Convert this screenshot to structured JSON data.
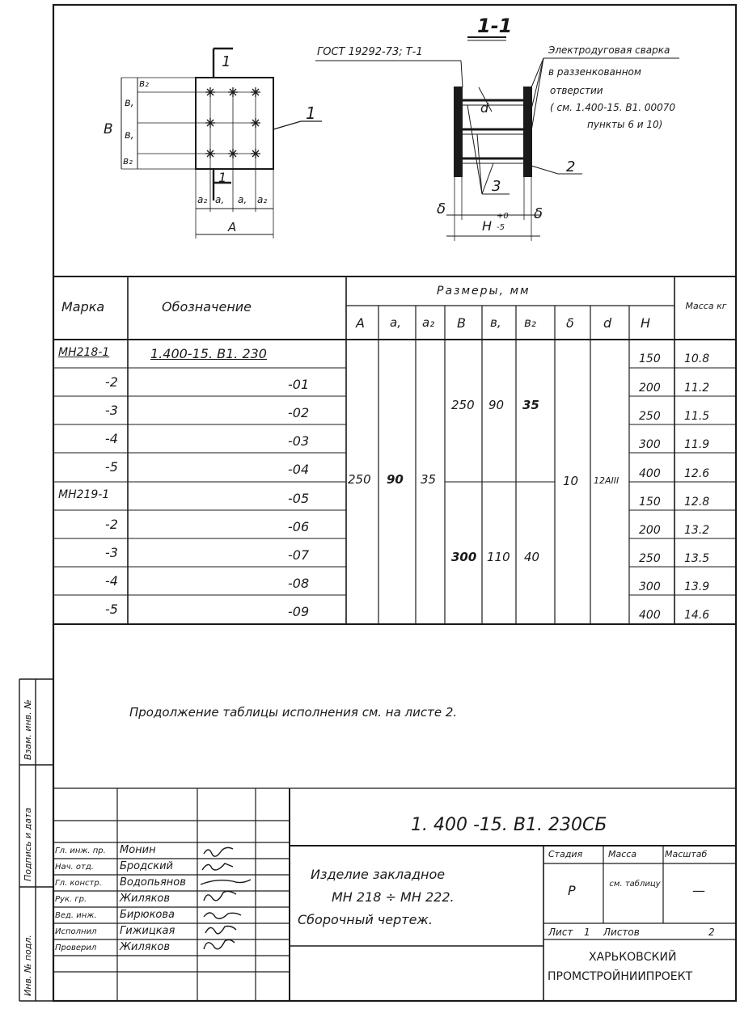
{
  "drawing": {
    "section_label": "1-1",
    "view_label": "1",
    "gost_note": "ГОСТ 19292-73; Т-1",
    "weld_note_lines": [
      "Электродуговая сварка",
      "в раззенкованном",
      "отверстии",
      "( см. 1.400-15. В1. 00070",
      "пункты 6 и 10)"
    ],
    "dims_plan": {
      "B": "B",
      "b1": "в,",
      "b2": "в₂",
      "A": "A",
      "a1": "a,",
      "a2": "a₂"
    },
    "dims_section": {
      "delta": "δ",
      "H": "H",
      "H_tol_top": "+0",
      "H_tol_bot": "-5",
      "d": "d"
    },
    "callouts": [
      "1",
      "2",
      "3"
    ]
  },
  "table": {
    "col_marka": "Марка",
    "col_oboznachenie": "Обозначение",
    "col_razmery": "Размеры, мм",
    "col_massa": "Масса кг",
    "sub_headers": [
      "A",
      "a,",
      "a₂",
      "B",
      "в,",
      "в₂",
      "δ",
      "d",
      "H"
    ],
    "rows": [
      {
        "marka": "МН218-1",
        "oboz": "1.400-15. В1. 230",
        "H": "150",
        "massa": "10.8"
      },
      {
        "marka": "-2",
        "oboz": "-01",
        "H": "200",
        "massa": "11.2"
      },
      {
        "marka": "-3",
        "oboz": "-02",
        "H": "250",
        "massa": "11.5"
      },
      {
        "marka": "-4",
        "oboz": "-03",
        "H": "300",
        "massa": "11.9"
      },
      {
        "marka": "-5",
        "oboz": "-04",
        "H": "400",
        "massa": "12.6"
      },
      {
        "marka": "МН219-1",
        "oboz": "-05",
        "H": "150",
        "massa": "12.8"
      },
      {
        "marka": "-2",
        "oboz": "-06",
        "H": "200",
        "massa": "13.2"
      },
      {
        "marka": "-3",
        "oboz": "-07",
        "H": "250",
        "massa": "13.5"
      },
      {
        "marka": "-4",
        "oboz": "-08",
        "H": "300",
        "massa": "13.9"
      },
      {
        "marka": "-5",
        "oboz": "-09",
        "H": "400",
        "massa": "14.6"
      }
    ],
    "merged": {
      "A": "250",
      "a1": "90",
      "a2": "35",
      "delta": "10",
      "d": "12AIII",
      "B_top": "250",
      "b1_top": "90",
      "b2_top": "35",
      "B_bot": "300",
      "b1_bot": "110",
      "b2_bot": "40"
    }
  },
  "continuation_note": "Продолжение таблицы исполнения см. на листе 2.",
  "title_block": {
    "doc_number": "1. 400 -15. В1. 230СБ",
    "title_lines": [
      "Изделие закладное",
      "МН 218 ÷ МН 222.",
      "Сборочный чертеж."
    ],
    "stadia_label": "Стадия",
    "massa_label": "Масса",
    "masshtab_label": "Масштаб",
    "stadia_value": "Р",
    "massa_value": "см. таблицу",
    "masshtab_value": "—",
    "list_label": "Лист",
    "list_value": "1",
    "listov_label": "Листов",
    "listov_value": "2",
    "org_lines": [
      "ХАРЬКОВСКИЙ",
      "ПРОМСТРОЙНИИПРОЕКТ"
    ],
    "signers": [
      {
        "role": "Гл. инж. пр.",
        "name": "Монин"
      },
      {
        "role": "Нач. отд.",
        "name": "Бродский"
      },
      {
        "role": "Гл. констр.",
        "name": "Водопьянов"
      },
      {
        "role": "Рук. гр.",
        "name": "Жиляков"
      },
      {
        "role": "Вед. инж.",
        "name": "Бирюкова"
      },
      {
        "role": "Исполнил",
        "name": "Гижицкая"
      },
      {
        "role": "Проверил",
        "name": "Жиляков"
      }
    ]
  },
  "side_strip": {
    "inv_podl": "Инв. № подл.",
    "podpis_data": "Подпись и дата",
    "vzam_inv": "Взам. инв. №"
  }
}
